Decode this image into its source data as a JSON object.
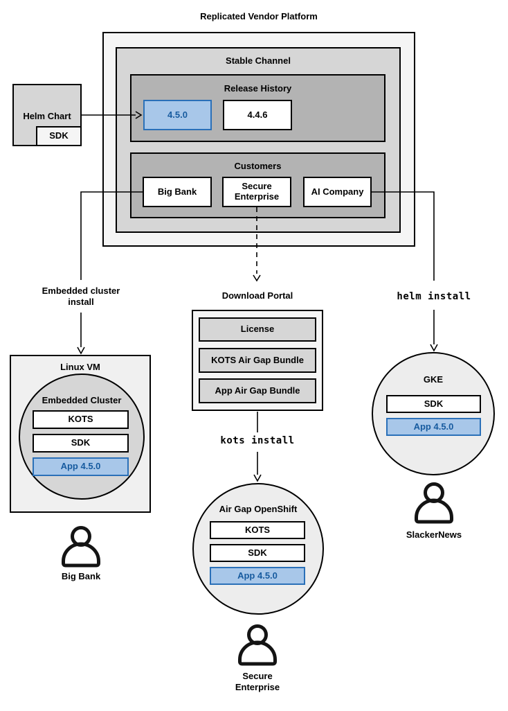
{
  "title": "Replicated Vendor Platform",
  "platform": {
    "stable_channel_label": "Stable Channel",
    "release_history": {
      "label": "Release History",
      "current_version": "4.5.0",
      "previous_version": "4.4.6"
    },
    "customers": {
      "label": "Customers",
      "items": [
        "Big Bank",
        "Secure Enterprise",
        "AI Company"
      ]
    }
  },
  "helm_chart": {
    "label": "Helm Chart",
    "sdk_label": "SDK"
  },
  "download_portal": {
    "label": "Download Portal",
    "items": [
      "License",
      "KOTS Air Gap Bundle",
      "App Air Gap Bundle"
    ]
  },
  "edge_labels": {
    "embedded_cluster_install": "Embedded cluster install",
    "helm_install": "helm install",
    "kots_install": "kots install"
  },
  "big_bank_flow": {
    "vm_label": "Linux VM",
    "cluster_label": "Embedded Cluster",
    "kots_label": "KOTS",
    "sdk_label": "SDK",
    "app_label": "App 4.5.0",
    "user_label": "Big Bank"
  },
  "secure_enterprise_flow": {
    "cluster_label": "Air Gap OpenShift",
    "kots_label": "KOTS",
    "sdk_label": "SDK",
    "app_label": "App 4.5.0",
    "user_label": "Secure Enterprise"
  },
  "ai_company_flow": {
    "cluster_label": "GKE",
    "sdk_label": "SDK",
    "app_label": "App 4.5.0",
    "user_label": "SlackerNews"
  },
  "colors": {
    "highlight_fill": "#a8c7e9",
    "highlight_border": "#2a70b8",
    "highlight_text": "#175b9f",
    "box_gray_light": "#f5f5f5",
    "box_gray_mid": "#d6d6d6",
    "box_gray_dark": "#b3b3b3",
    "circle_gray": "#ededed",
    "line": "#000000"
  }
}
